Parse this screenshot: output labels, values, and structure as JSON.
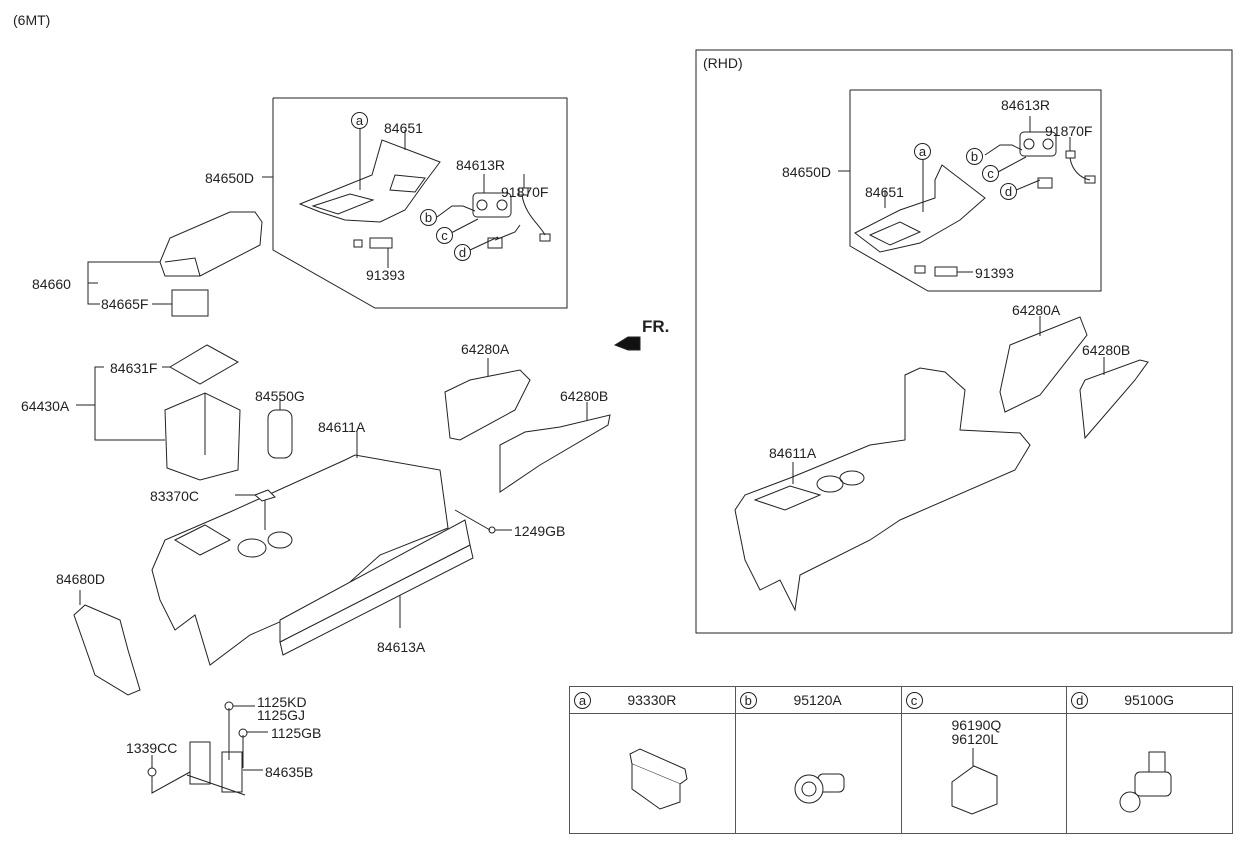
{
  "title": "(6MT)",
  "front_indicator": "FR.",
  "main_view": {
    "inset_box": {
      "assembly": "84650D",
      "parts": [
        "84651",
        "84613R",
        "91870F",
        "91393"
      ],
      "callouts": [
        "a",
        "b",
        "c",
        "d"
      ]
    },
    "labels": {
      "armrest_assy": "84660",
      "armrest_latch": "84665F",
      "mat": "84631F",
      "storage_assy": "64430A",
      "cup_holder": "84550G",
      "console_body": "84611A",
      "clip": "83370C",
      "screw": "1249GB",
      "side_cover_a": "64280A",
      "side_cover_b": "64280B",
      "rear_cover": "84680D",
      "side_garnish": "84613A",
      "bolt_1": "1125KD",
      "bolt_2": "1125GJ",
      "bolt_3": "1125GB",
      "nut": "1339CC",
      "bracket": "84635B"
    }
  },
  "rhd_view": {
    "title": "(RHD)",
    "inset_box": {
      "assembly": "84650D",
      "parts": [
        "84613R",
        "91870F",
        "84651",
        "91393"
      ],
      "callouts": [
        "a",
        "b",
        "c",
        "d"
      ]
    },
    "labels": {
      "side_cover_a": "64280A",
      "side_cover_b": "64280B",
      "console_body": "84611A"
    }
  },
  "legend": [
    {
      "callout": "a",
      "part": "93330R",
      "sub_parts": []
    },
    {
      "callout": "b",
      "part": "95120A",
      "sub_parts": []
    },
    {
      "callout": "c",
      "part": "",
      "sub_parts": [
        "96190Q",
        "96120L"
      ]
    },
    {
      "callout": "d",
      "part": "95100G",
      "sub_parts": []
    }
  ]
}
